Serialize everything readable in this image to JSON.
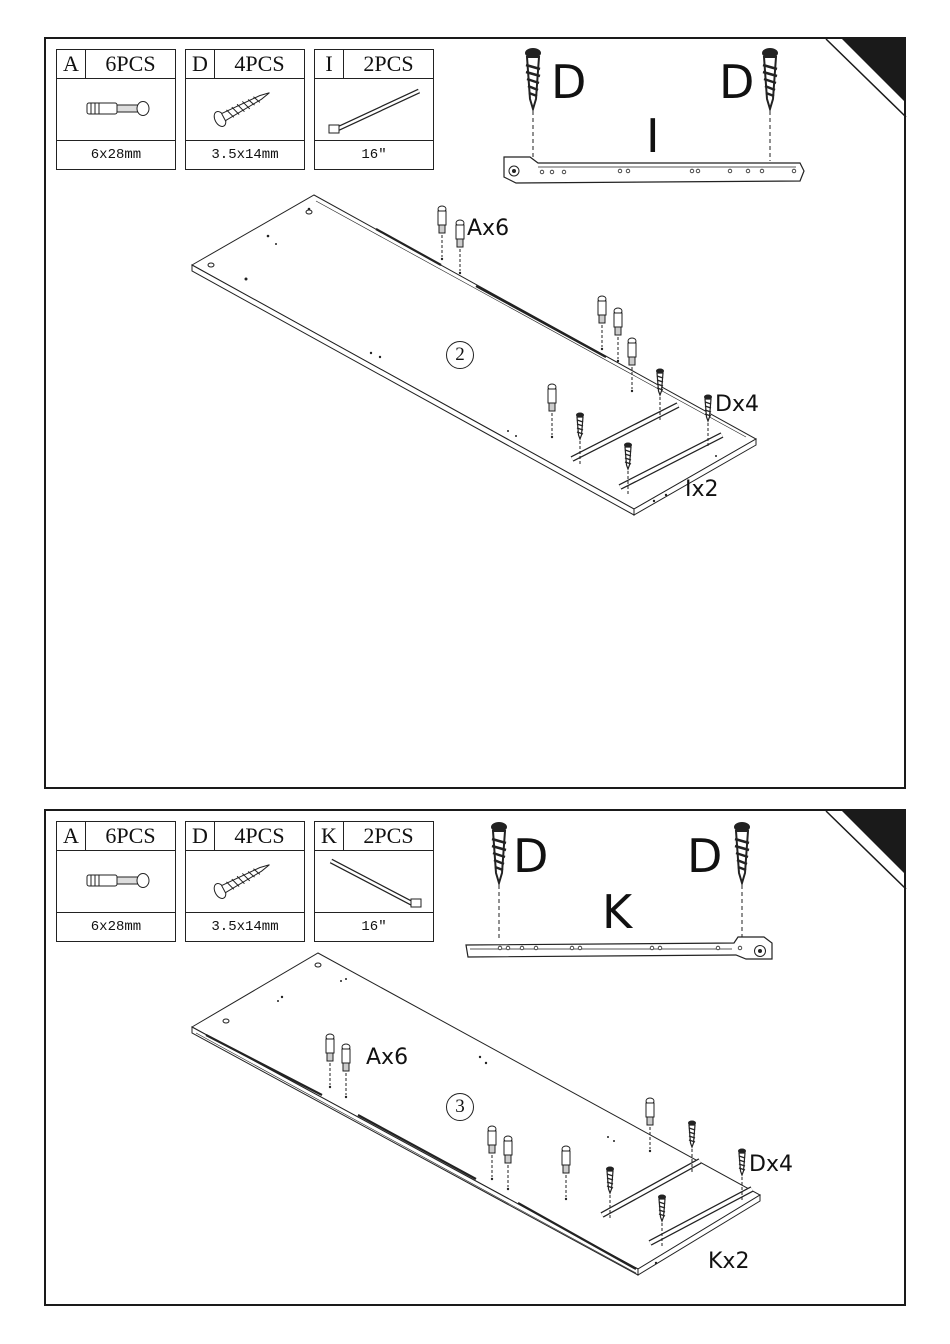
{
  "panels": [
    {
      "step": "2",
      "parts": [
        {
          "code": "A",
          "qty": "6PCS",
          "spec": "6x28mm",
          "icon": "cam-dowel-icon"
        },
        {
          "code": "D",
          "qty": "4PCS",
          "spec": "3.5x14mm",
          "icon": "screw-icon"
        },
        {
          "code": "I",
          "qty": "2PCS",
          "spec": "16″",
          "icon": "drawer-slide-icon"
        }
      ],
      "detail": {
        "screw_left": "D",
        "screw_right": "D",
        "rail": "I"
      },
      "callouts": {
        "dowels": "Ax6",
        "screws": "Dx4",
        "rails": "Ix2"
      }
    },
    {
      "step": "3",
      "parts": [
        {
          "code": "A",
          "qty": "6PCS",
          "spec": "6x28mm",
          "icon": "cam-dowel-icon"
        },
        {
          "code": "D",
          "qty": "4PCS",
          "spec": "3.5x14mm",
          "icon": "screw-icon"
        },
        {
          "code": "K",
          "qty": "2PCS",
          "spec": "16″",
          "icon": "drawer-slide-icon"
        }
      ],
      "detail": {
        "screw_left": "D",
        "screw_right": "D",
        "rail": "K"
      },
      "callouts": {
        "dowels": "Ax6",
        "screws": "Dx4",
        "rails": "Kx2"
      }
    }
  ],
  "colors": {
    "line": "#1a1a1a",
    "corner": "#1a1a1a"
  }
}
